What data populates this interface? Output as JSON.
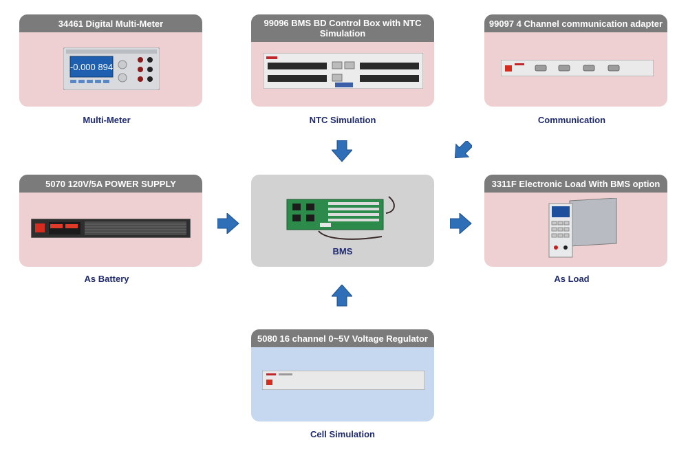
{
  "cards": {
    "multimeter": {
      "title": "34461 Digital Multi-Meter",
      "caption": "Multi-Meter",
      "display": "-0.000 894"
    },
    "ntc": {
      "title": "99096  BMS BD Control  Box with NTC Simulation",
      "caption": "NTC Simulation"
    },
    "comm": {
      "title": "99097 4 Channel communication adapter",
      "caption": "Communication"
    },
    "power": {
      "title": "5070  120V/5A  POWER SUPPLY",
      "caption": "As Battery"
    },
    "bms": {
      "label": "BMS"
    },
    "load": {
      "title": "3311F Electronic Load With BMS option",
      "caption": "As Load"
    },
    "regulator": {
      "title": "5080 16 channel 0~5V Voltage Regulator",
      "caption": "Cell Simulation"
    }
  },
  "colors": {
    "card_pink": "#efd0d2",
    "card_blue": "#c5d8ef",
    "card_gray": "#d2d2d2",
    "header": "#7b7b7b",
    "caption": "#1f2a6e",
    "arrow": "#2f6fb8"
  },
  "icons": [
    "arrow-down-icon",
    "arrow-down-left-icon",
    "arrow-right-icon",
    "arrow-up-icon"
  ]
}
